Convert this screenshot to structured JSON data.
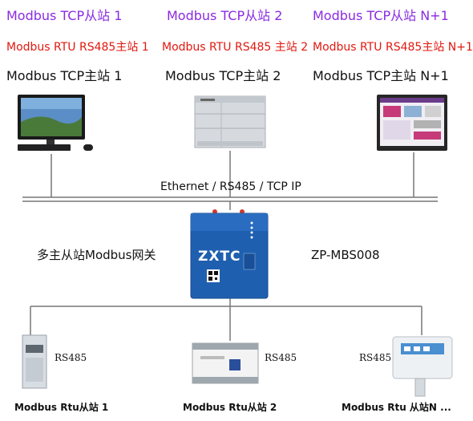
{
  "top_nodes": [
    {
      "slave_tcp": "Modbus TCP从站 1",
      "master_rtu": "Modbus RTU  RS485主站 1",
      "master_tcp": "Modbus TCP主站 1",
      "device": "desktop-computer"
    },
    {
      "slave_tcp": "Modbus TCP从站 2",
      "master_rtu": "Modbus RTU RS485 主站 2",
      "master_tcp": "Modbus TCP主站 2",
      "device": "plc-controller"
    },
    {
      "slave_tcp": "Modbus TCP从站 N+1",
      "master_rtu": "Modbus RTU RS485主站 N+1",
      "master_tcp": "Modbus TCP主站 N+1",
      "device": "hmi-touch-panel"
    }
  ],
  "bus_label": "Ethernet / RS485 / TCP IP",
  "gateway": {
    "description": "多主从站Modbus网关",
    "model": "ZP-MBS008",
    "brand": "ZXTC"
  },
  "bottom_nodes": [
    {
      "interface": "RS485",
      "name": "Modbus Rtu从站 1",
      "device": "power-meter"
    },
    {
      "interface": "RS485",
      "name": "Modbus Rtu从站 2",
      "device": "plc-module"
    },
    {
      "interface": "RS485",
      "name": "Modbus Rtu 从站N ...",
      "device": "temperature-humidity-sensor"
    }
  ],
  "colors": {
    "slave_tcp": "#8a2be2",
    "master_rtu": "#e0190f",
    "text": "#111111",
    "gateway_body": "#1f5fb0"
  }
}
